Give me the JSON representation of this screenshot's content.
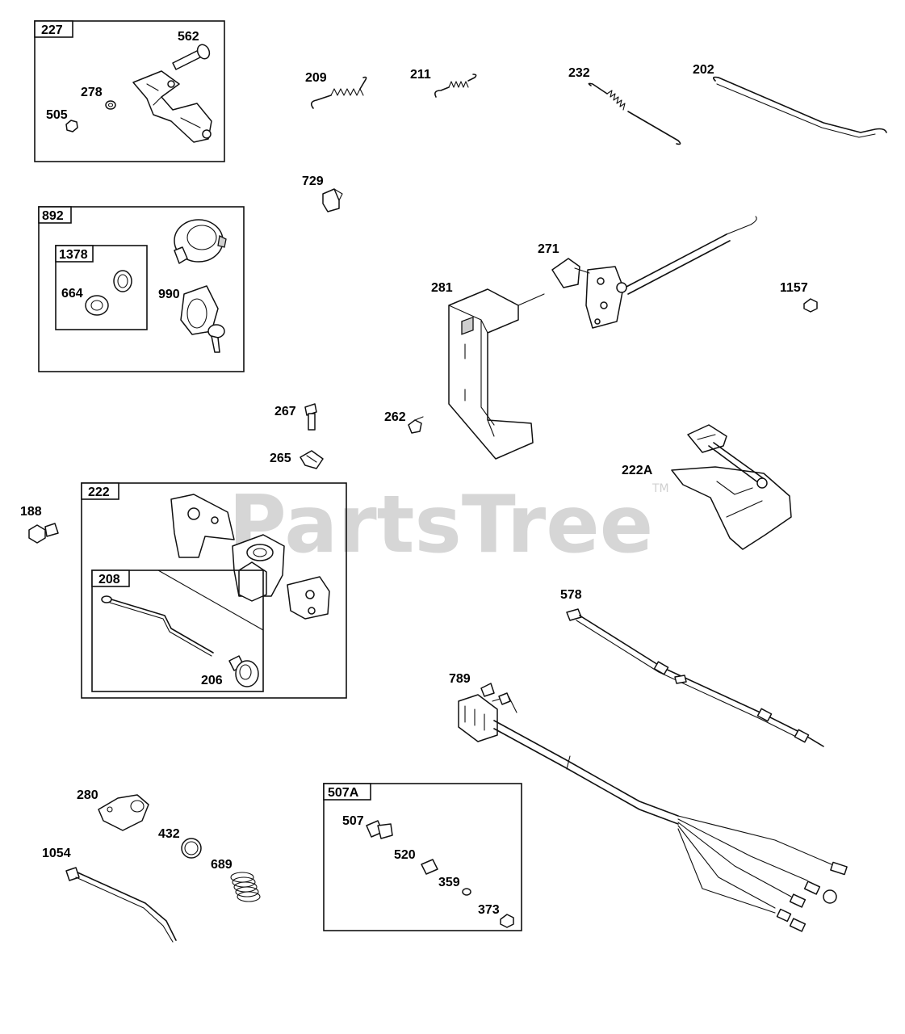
{
  "watermark": {
    "text": "PartsTree",
    "trademark": "TM"
  },
  "groups": {
    "g227": "227",
    "g892": "892",
    "g1378": "1378",
    "g222": "222",
    "g208": "208",
    "g507A": "507A"
  },
  "parts": {
    "p562": "562",
    "p278": "278",
    "p505": "505",
    "p209": "209",
    "p211": "211",
    "p232": "232",
    "p202": "202",
    "p729": "729",
    "p664": "664",
    "p990": "990",
    "p271": "271",
    "p281": "281",
    "p1157": "1157",
    "p267": "267",
    "p262": "262",
    "p265": "265",
    "p222A": "222A",
    "p188": "188",
    "p206": "206",
    "p578": "578",
    "p789": "789",
    "p280": "280",
    "p432": "432",
    "p689": "689",
    "p1054": "1054",
    "p507": "507",
    "p520": "520",
    "p359": "359",
    "p373": "373"
  }
}
